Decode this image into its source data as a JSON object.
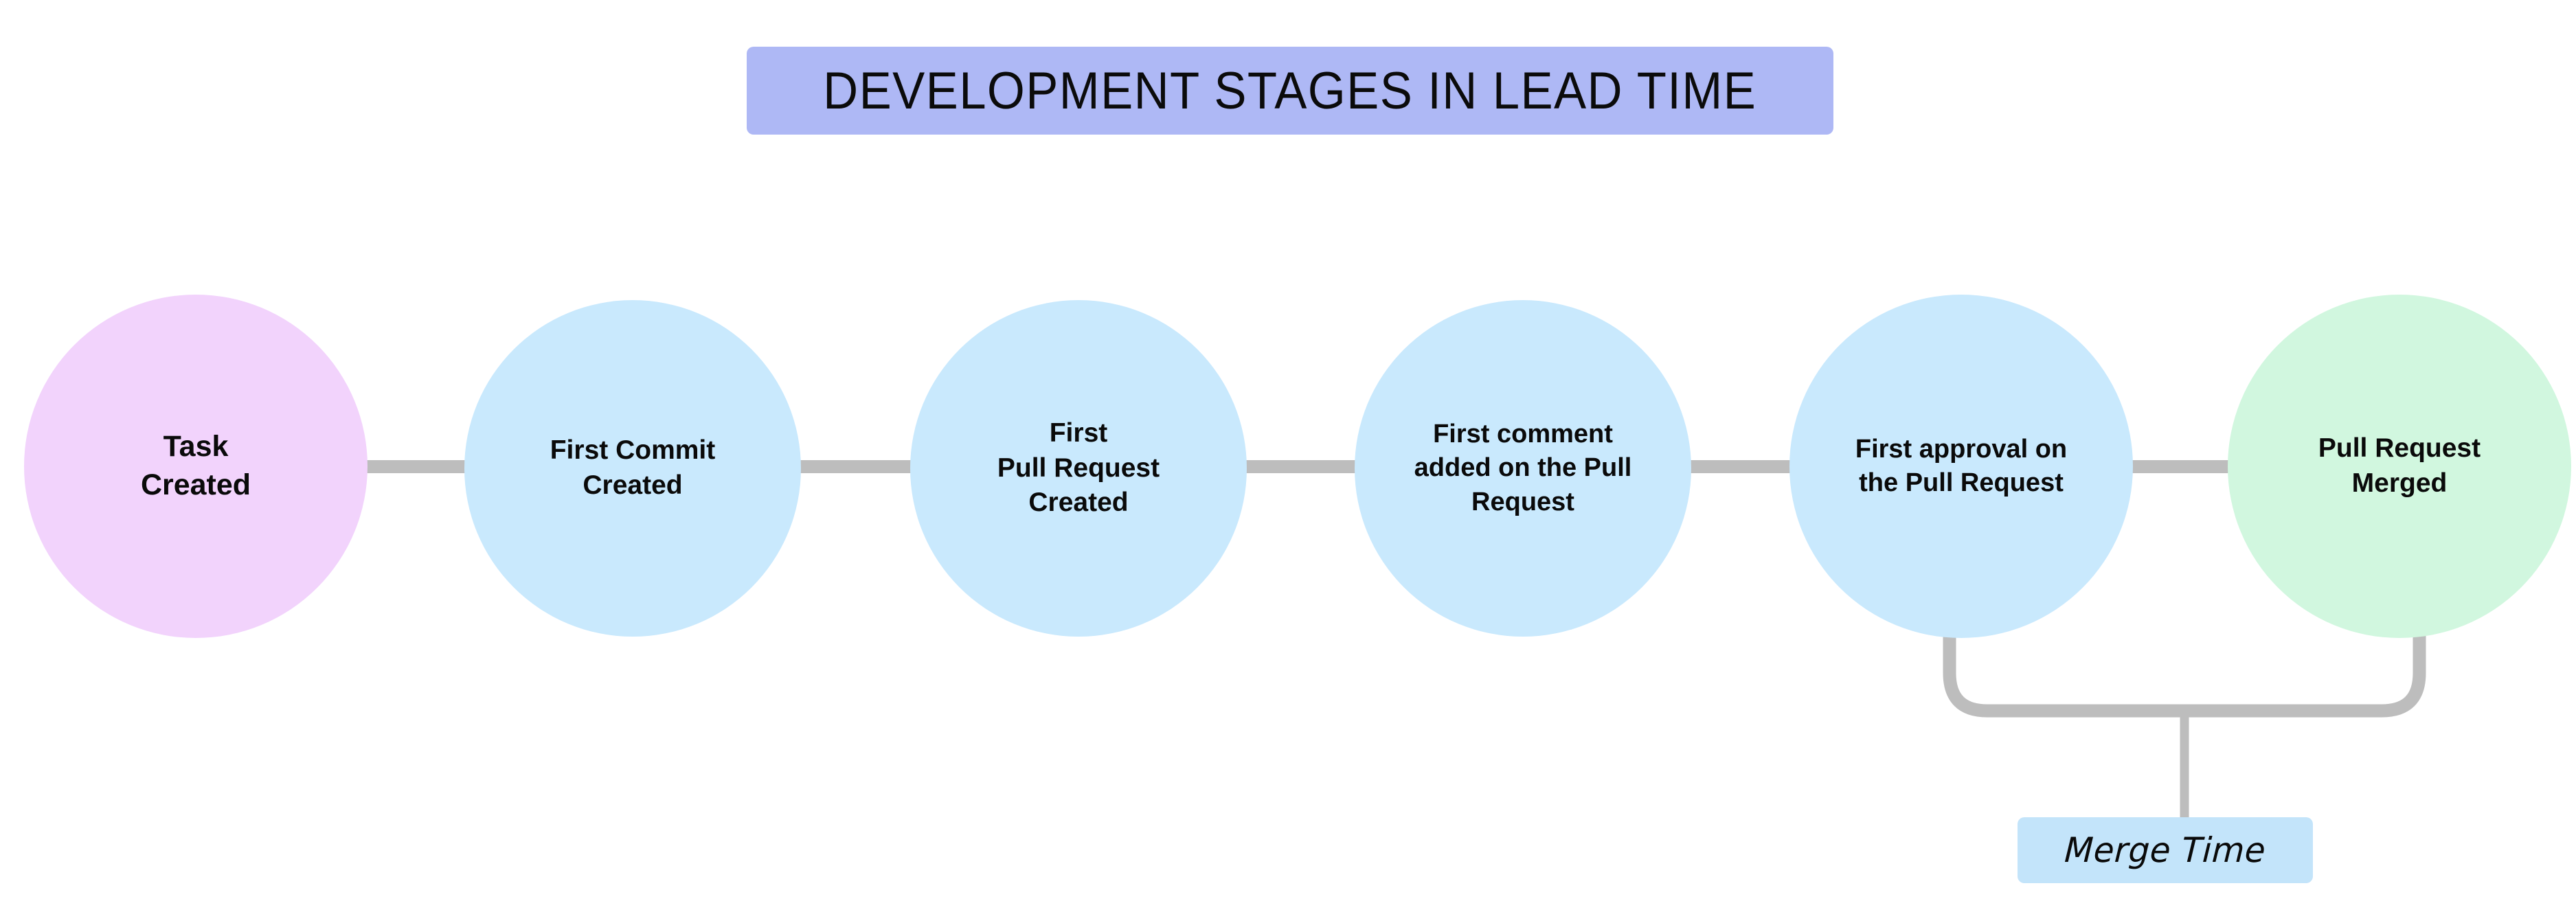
{
  "title": {
    "text": "DEVELOPMENT STAGES IN LEAD TIME",
    "background_color": "#AEB8F5"
  },
  "colors": {
    "start_node": "#F2D3FC",
    "stage_node": "#C9E9FD",
    "end_node": "#D1F7DF",
    "connector": "#BDBDBD",
    "annotation_box": "#C3E4FA",
    "text": "#0A0A0A",
    "canvas": "#FFFFFF"
  },
  "flow": {
    "nodes": [
      {
        "id": "task-created",
        "label": "Task\nCreated",
        "color": "#F2D3FC"
      },
      {
        "id": "first-commit",
        "label": "First Commit\nCreated",
        "color": "#C9E9FD"
      },
      {
        "id": "first-pull-request",
        "label": "First\nPull Request\nCreated",
        "color": "#C9E9FD"
      },
      {
        "id": "first-comment",
        "label": "First comment\nadded on the Pull\nRequest",
        "color": "#C9E9FD"
      },
      {
        "id": "first-approval",
        "label": "First approval on\nthe Pull Request",
        "color": "#C9E9FD"
      },
      {
        "id": "pull-request-merged",
        "label": "Pull Request\nMerged",
        "color": "#D1F7DF"
      }
    ],
    "connector_count": 5
  },
  "annotations": [
    {
      "id": "merge-time",
      "label": "Merge Time",
      "spans_from": "first-approval",
      "spans_to": "pull-request-merged",
      "background_color": "#C3E4FA"
    }
  ]
}
